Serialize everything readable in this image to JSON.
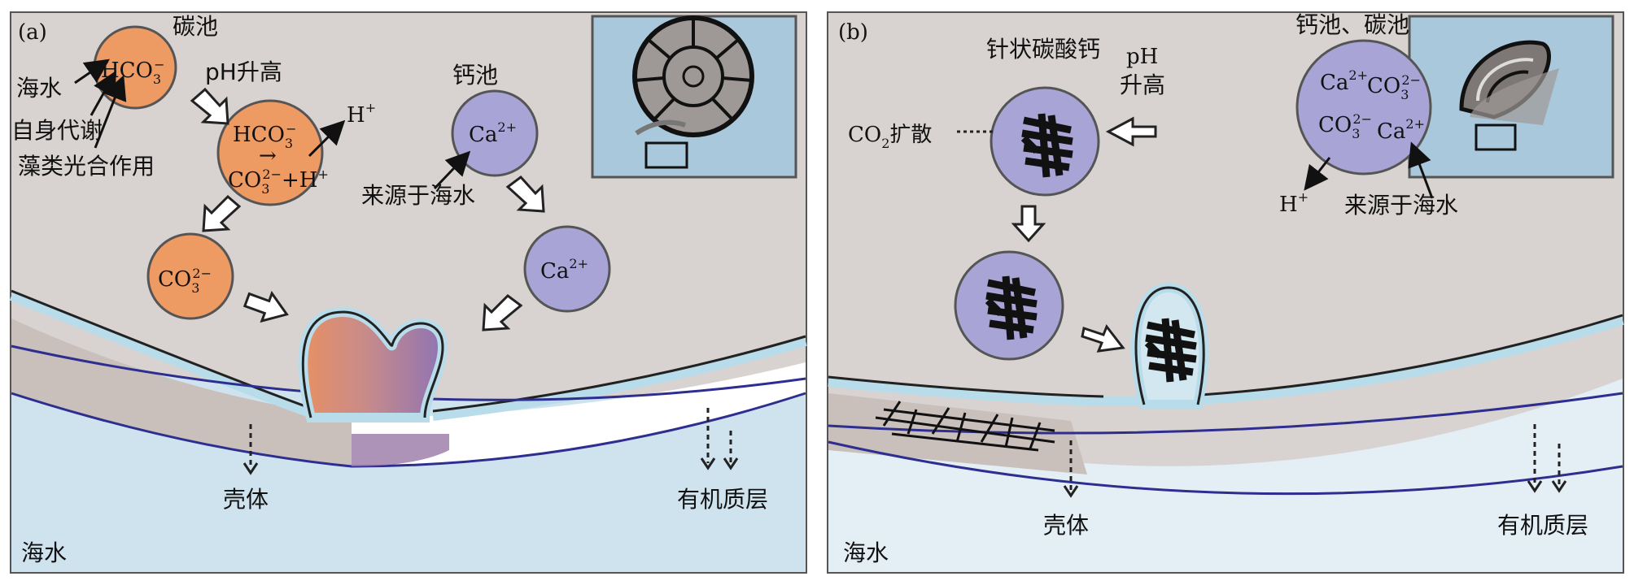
{
  "colors": {
    "panel_bg": "#d8d3d1",
    "seawater": "#cfe3ee",
    "membrane_outer": "#b8dcea",
    "membrane_line": "#2d2e8f",
    "carbon_pool": "#ee9a63",
    "calcium_pool": "#a9a4d6",
    "shell": "#c9bfbb",
    "organic_layer": "#ffffff",
    "inset_bg": "#a9c8dc",
    "panel_border": "#555555"
  },
  "panel_a": {
    "label": "(a)",
    "carbon_pool_label": "碳池",
    "calcium_pool_label": "钙池",
    "ph_rise_label": "pH升高",
    "bubble_hco3": "HCO",
    "bubble_reaction_top": "HCO",
    "bubble_reaction_arrow": "→",
    "bubble_reaction_bottom": "CO",
    "bubble_reaction_plus": "+H",
    "hplus": "H",
    "bubble_co3": "CO",
    "bubble_ca1": "Ca",
    "bubble_ca2": "Ca",
    "source_seawater": "海水",
    "source_metabolism": "自身代谢",
    "source_algae": "藻类光合作用",
    "ca_source": "来源于海水",
    "shell_label": "壳体",
    "organic_label": "有机质层",
    "sea_label": "海水",
    "inset_icon": "ammonoid-shell-icon"
  },
  "panel_b": {
    "label": "(b)",
    "needle_label": "针状碳酸钙",
    "ph_label_1": "pH",
    "ph_label_2": "升高",
    "pool_label": "钙池、碳池",
    "pool_ca": "Ca",
    "pool_co3_top": "CO",
    "pool_co3_bottom": "CO",
    "pool_ca_bottom": "Ca",
    "co2_diffuse": "CO",
    "co2_diffuse_suffix": "扩散",
    "hplus": "H",
    "ca_source": "来源于海水",
    "shell_label": "壳体",
    "organic_label": "有机质层",
    "sea_label": "海水",
    "inset_icon": "bivalve-shell-icon"
  },
  "superscripts": {
    "minus": "−",
    "two_minus": "2−",
    "two_plus": "2+",
    "plus": "+",
    "three": "3",
    "two": "2"
  }
}
